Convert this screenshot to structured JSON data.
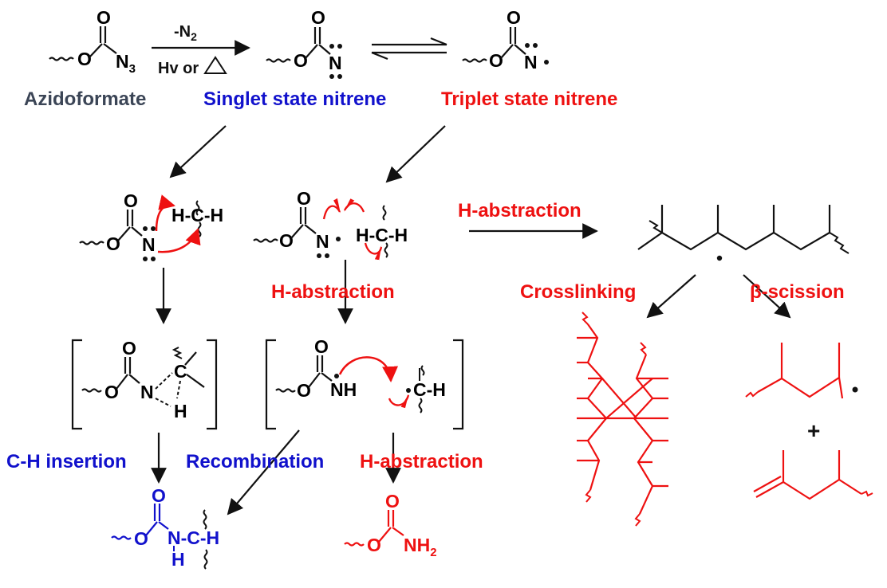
{
  "colors": {
    "black": "#111111",
    "red": "#ee1111",
    "blue": "#1111cc",
    "slate": "#3b4556"
  },
  "labels": {
    "azidoformate": "Azidoformate",
    "singlet": "Singlet state nitrene",
    "triplet": "Triplet state nitrene",
    "reagent_top": "-N",
    "reagent_top_sub": "2",
    "reagent_bottom": "Hv or",
    "h_abstraction_top": "H-abstraction",
    "h_abstraction_mid": "H-abstraction",
    "crosslinking": "Crosslinking",
    "beta_scission": "β-scission",
    "ch_insertion": "C-H insertion",
    "recombination": "Recombination",
    "h_abstraction_bottom": "H-abstraction",
    "plus": "+"
  },
  "atoms": {
    "O": "O",
    "N": "N",
    "C": "C",
    "H": "H",
    "N3": "N",
    "sub3": "3",
    "NH": "NH",
    "NH2": "NH",
    "sub2": "2",
    "HCH": "H-C-H",
    "CH": "C-H",
    "NCH": "N-C-H"
  }
}
